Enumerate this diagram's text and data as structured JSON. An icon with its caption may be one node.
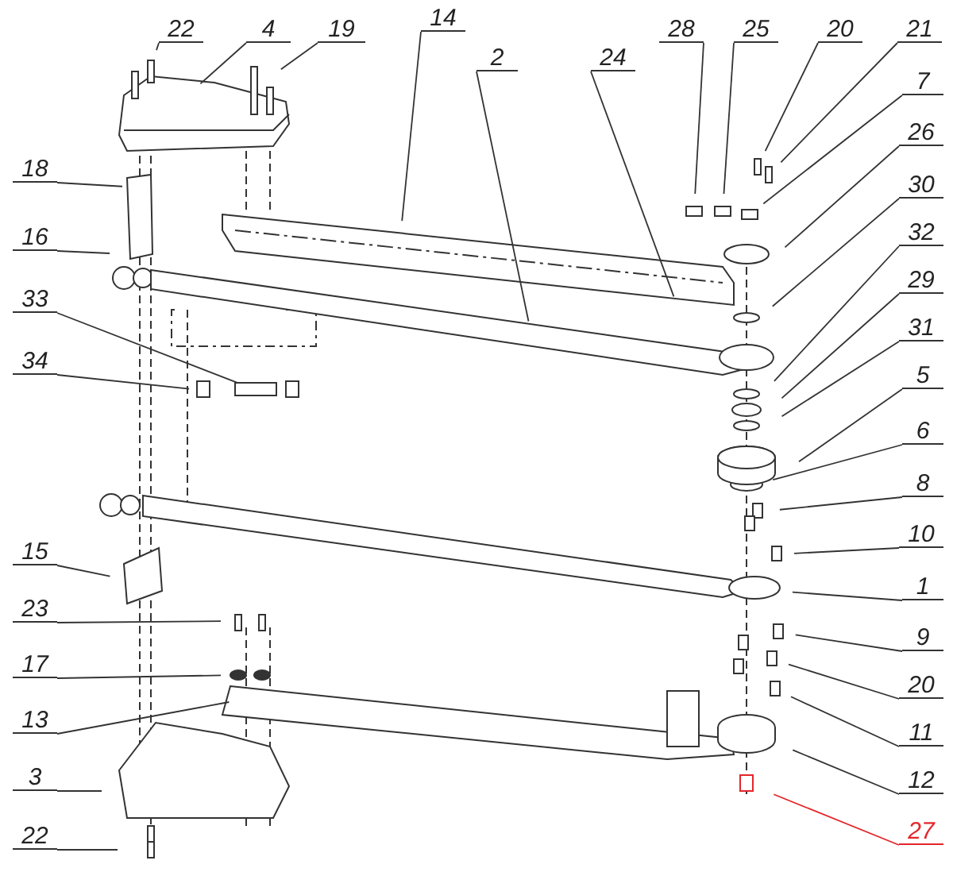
{
  "diagram": {
    "nodes": [
      {
        "text": [
          "22"
        ]
      },
      {
        "text": [
          "4"
        ]
      },
      {
        "text": [
          "19"
        ]
      },
      {
        "text": [
          "14"
        ]
      },
      {
        "text": [
          "2"
        ]
      },
      {
        "text": [
          "24"
        ]
      },
      {
        "text": [
          "28"
        ]
      },
      {
        "text": [
          "25"
        ]
      },
      {
        "text": [
          "20"
        ]
      },
      {
        "text": [
          "21"
        ]
      },
      {
        "text": [
          "7"
        ]
      },
      {
        "text": [
          "26"
        ]
      },
      {
        "text": [
          "30"
        ]
      },
      {
        "text": [
          "32"
        ]
      },
      {
        "text": [
          "29"
        ]
      },
      {
        "text": [
          "31"
        ]
      },
      {
        "text": [
          "5"
        ]
      },
      {
        "text": [
          "6"
        ]
      },
      {
        "text": [
          "8"
        ]
      },
      {
        "text": [
          "10"
        ]
      },
      {
        "text": [
          "1"
        ]
      },
      {
        "text": [
          "9"
        ]
      },
      {
        "text": [
          "20"
        ]
      },
      {
        "text": [
          "11"
        ]
      },
      {
        "text": [
          "12"
        ]
      },
      {
        "text": [
          "27"
        ]
      },
      {
        "text": [
          "18"
        ]
      },
      {
        "text": [
          "16"
        ]
      },
      {
        "text": [
          "33"
        ]
      },
      {
        "text": [
          "34"
        ]
      },
      {
        "text": [
          "15"
        ]
      },
      {
        "text": [
          "23"
        ]
      },
      {
        "text": [
          "17"
        ]
      },
      {
        "text": [
          "13"
        ]
      },
      {
        "text": [
          "3"
        ]
      },
      {
        "text": [
          "22"
        ]
      }
    ],
    "edges": [
      {
        "from": 0,
        "to": null,
        "arrow": "none"
      },
      {
        "from": 1,
        "to": null,
        "arrow": "none"
      },
      {
        "from": 2,
        "to": null,
        "arrow": "none"
      },
      {
        "from": 3,
        "to": null,
        "arrow": "none"
      },
      {
        "from": 4,
        "to": null,
        "arrow": "none"
      },
      {
        "from": 5,
        "to": null,
        "arrow": "none"
      },
      {
        "from": 6,
        "to": null,
        "arrow": "none"
      },
      {
        "from": 7,
        "to": null,
        "arrow": "none"
      },
      {
        "from": 8,
        "to": null,
        "arrow": "none"
      },
      {
        "from": 9,
        "to": null,
        "arrow": "none"
      },
      {
        "from": 10,
        "to": null,
        "arrow": "none"
      },
      {
        "from": 11,
        "to": null,
        "arrow": "none"
      },
      {
        "from": 12,
        "to": null,
        "arrow": "none"
      },
      {
        "from": 13,
        "to": null,
        "arrow": "none"
      },
      {
        "from": 14,
        "to": null,
        "arrow": "none"
      },
      {
        "from": 15,
        "to": null,
        "arrow": "none"
      },
      {
        "from": 16,
        "to": null,
        "arrow": "none"
      },
      {
        "from": 17,
        "to": null,
        "arrow": "none"
      },
      {
        "from": 18,
        "to": null,
        "arrow": "none"
      },
      {
        "from": 19,
        "to": null,
        "arrow": "none"
      },
      {
        "from": 20,
        "to": null,
        "arrow": "none"
      },
      {
        "from": 21,
        "to": null,
        "arrow": "none"
      },
      {
        "from": 22,
        "to": null,
        "arrow": "none"
      },
      {
        "from": 23,
        "to": null,
        "arrow": "none"
      },
      {
        "from": 24,
        "to": null,
        "arrow": "none"
      },
      {
        "from": 25,
        "to": null,
        "arrow": "none",
        "color": "#e3262b"
      },
      {
        "from": 26,
        "to": null,
        "arrow": "none"
      },
      {
        "from": 27,
        "to": null,
        "arrow": "none"
      },
      {
        "from": 28,
        "to": null,
        "arrow": "none"
      },
      {
        "from": 29,
        "to": null,
        "arrow": "none"
      },
      {
        "from": 30,
        "to": null,
        "arrow": "none"
      },
      {
        "from": 31,
        "to": null,
        "arrow": "none"
      },
      {
        "from": 32,
        "to": null,
        "arrow": "none"
      },
      {
        "from": 33,
        "to": null,
        "arrow": "none"
      },
      {
        "from": 34,
        "to": null,
        "arrow": "none"
      },
      {
        "from": 35,
        "to": null,
        "arrow": "none"
      }
    ]
  }
}
